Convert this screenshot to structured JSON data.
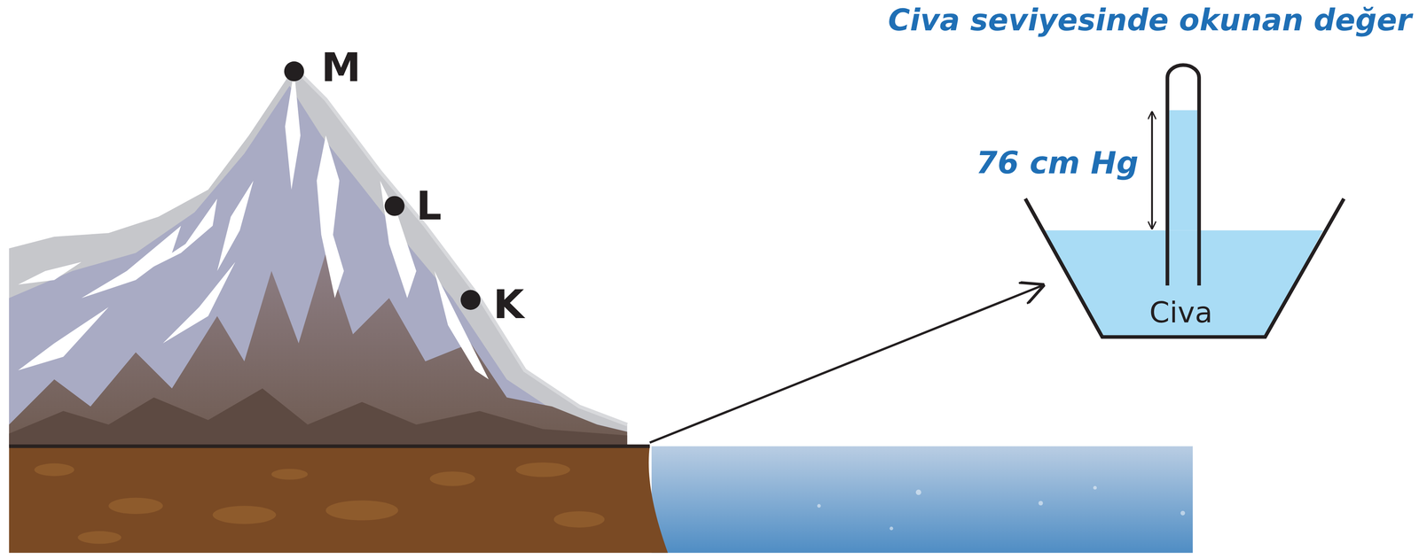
{
  "diagram": {
    "title": "Civa seviyesinde okunan değer",
    "labels": [
      "M",
      "L",
      "K",
      "76 cm Hg",
      "Civa"
    ]
  }
}
